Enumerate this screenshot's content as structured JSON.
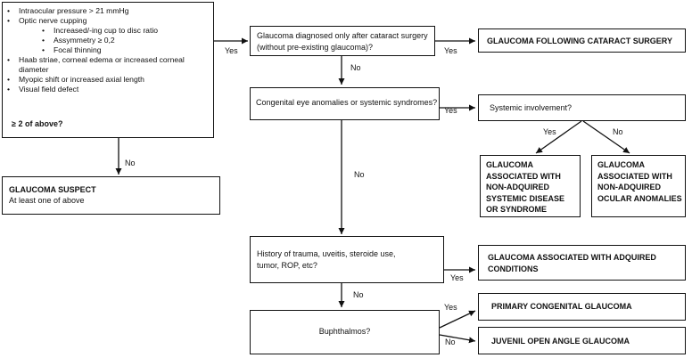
{
  "criteria": {
    "items": [
      {
        "text": "Intraocular pressure > 21 mmHg",
        "level": 1
      },
      {
        "text": "Optic nerve cupping",
        "level": 1
      },
      {
        "text": "Increased/-ing cup to disc ratio",
        "level": 2
      },
      {
        "text": "Assymmetry  ≥  0,2",
        "level": 2
      },
      {
        "text": "Focal thinning",
        "level": 2
      },
      {
        "text": "Haab striae, corneal edema or increased corneal diameter",
        "level": 1
      },
      {
        "text": "Myopic shift or increased axial length",
        "level": 1
      },
      {
        "text": "Visual field defect",
        "level": 1
      }
    ],
    "summary": "≥  2 of above?"
  },
  "suspect": {
    "title": "GLAUCOMA SUSPECT",
    "subtitle": "At least one of above"
  },
  "q_cataract": "Glaucoma diagnosed only after cataract surgery (without pre-existing glaucoma)?",
  "q_congenital": "Congenital eye anomalies or systemic syndromes?",
  "q_systemic": "Systemic involvement?",
  "q_trauma": "History of trauma, uveitis, steroide use, tumor, ROP, etc?",
  "q_buphthalmos": "Buphthalmos?",
  "outcomes": {
    "cataract": "GLAUCOMA FOLLOWING CATARACT SURGERY",
    "systemic": "GLAUCOMA ASSOCIATED  WITH NON-ADQUIRED SYSTEMIC DISEASE OR SYNDROME",
    "ocular": "GLAUCOMA ASSOCIATED  WITH NON-ADQUIRED OCULAR ANOMALIES",
    "acquired": "GLAUCOMA ASSOCIATED  WITH ADQUIRED CONDITIONS",
    "primary": "PRIMARY CONGENITAL GLAUCOMA",
    "juvenile": "JUVENIL OPEN ANGLE GLAUCOMA"
  },
  "edge_labels": {
    "yes": "Yes",
    "no": "No"
  }
}
